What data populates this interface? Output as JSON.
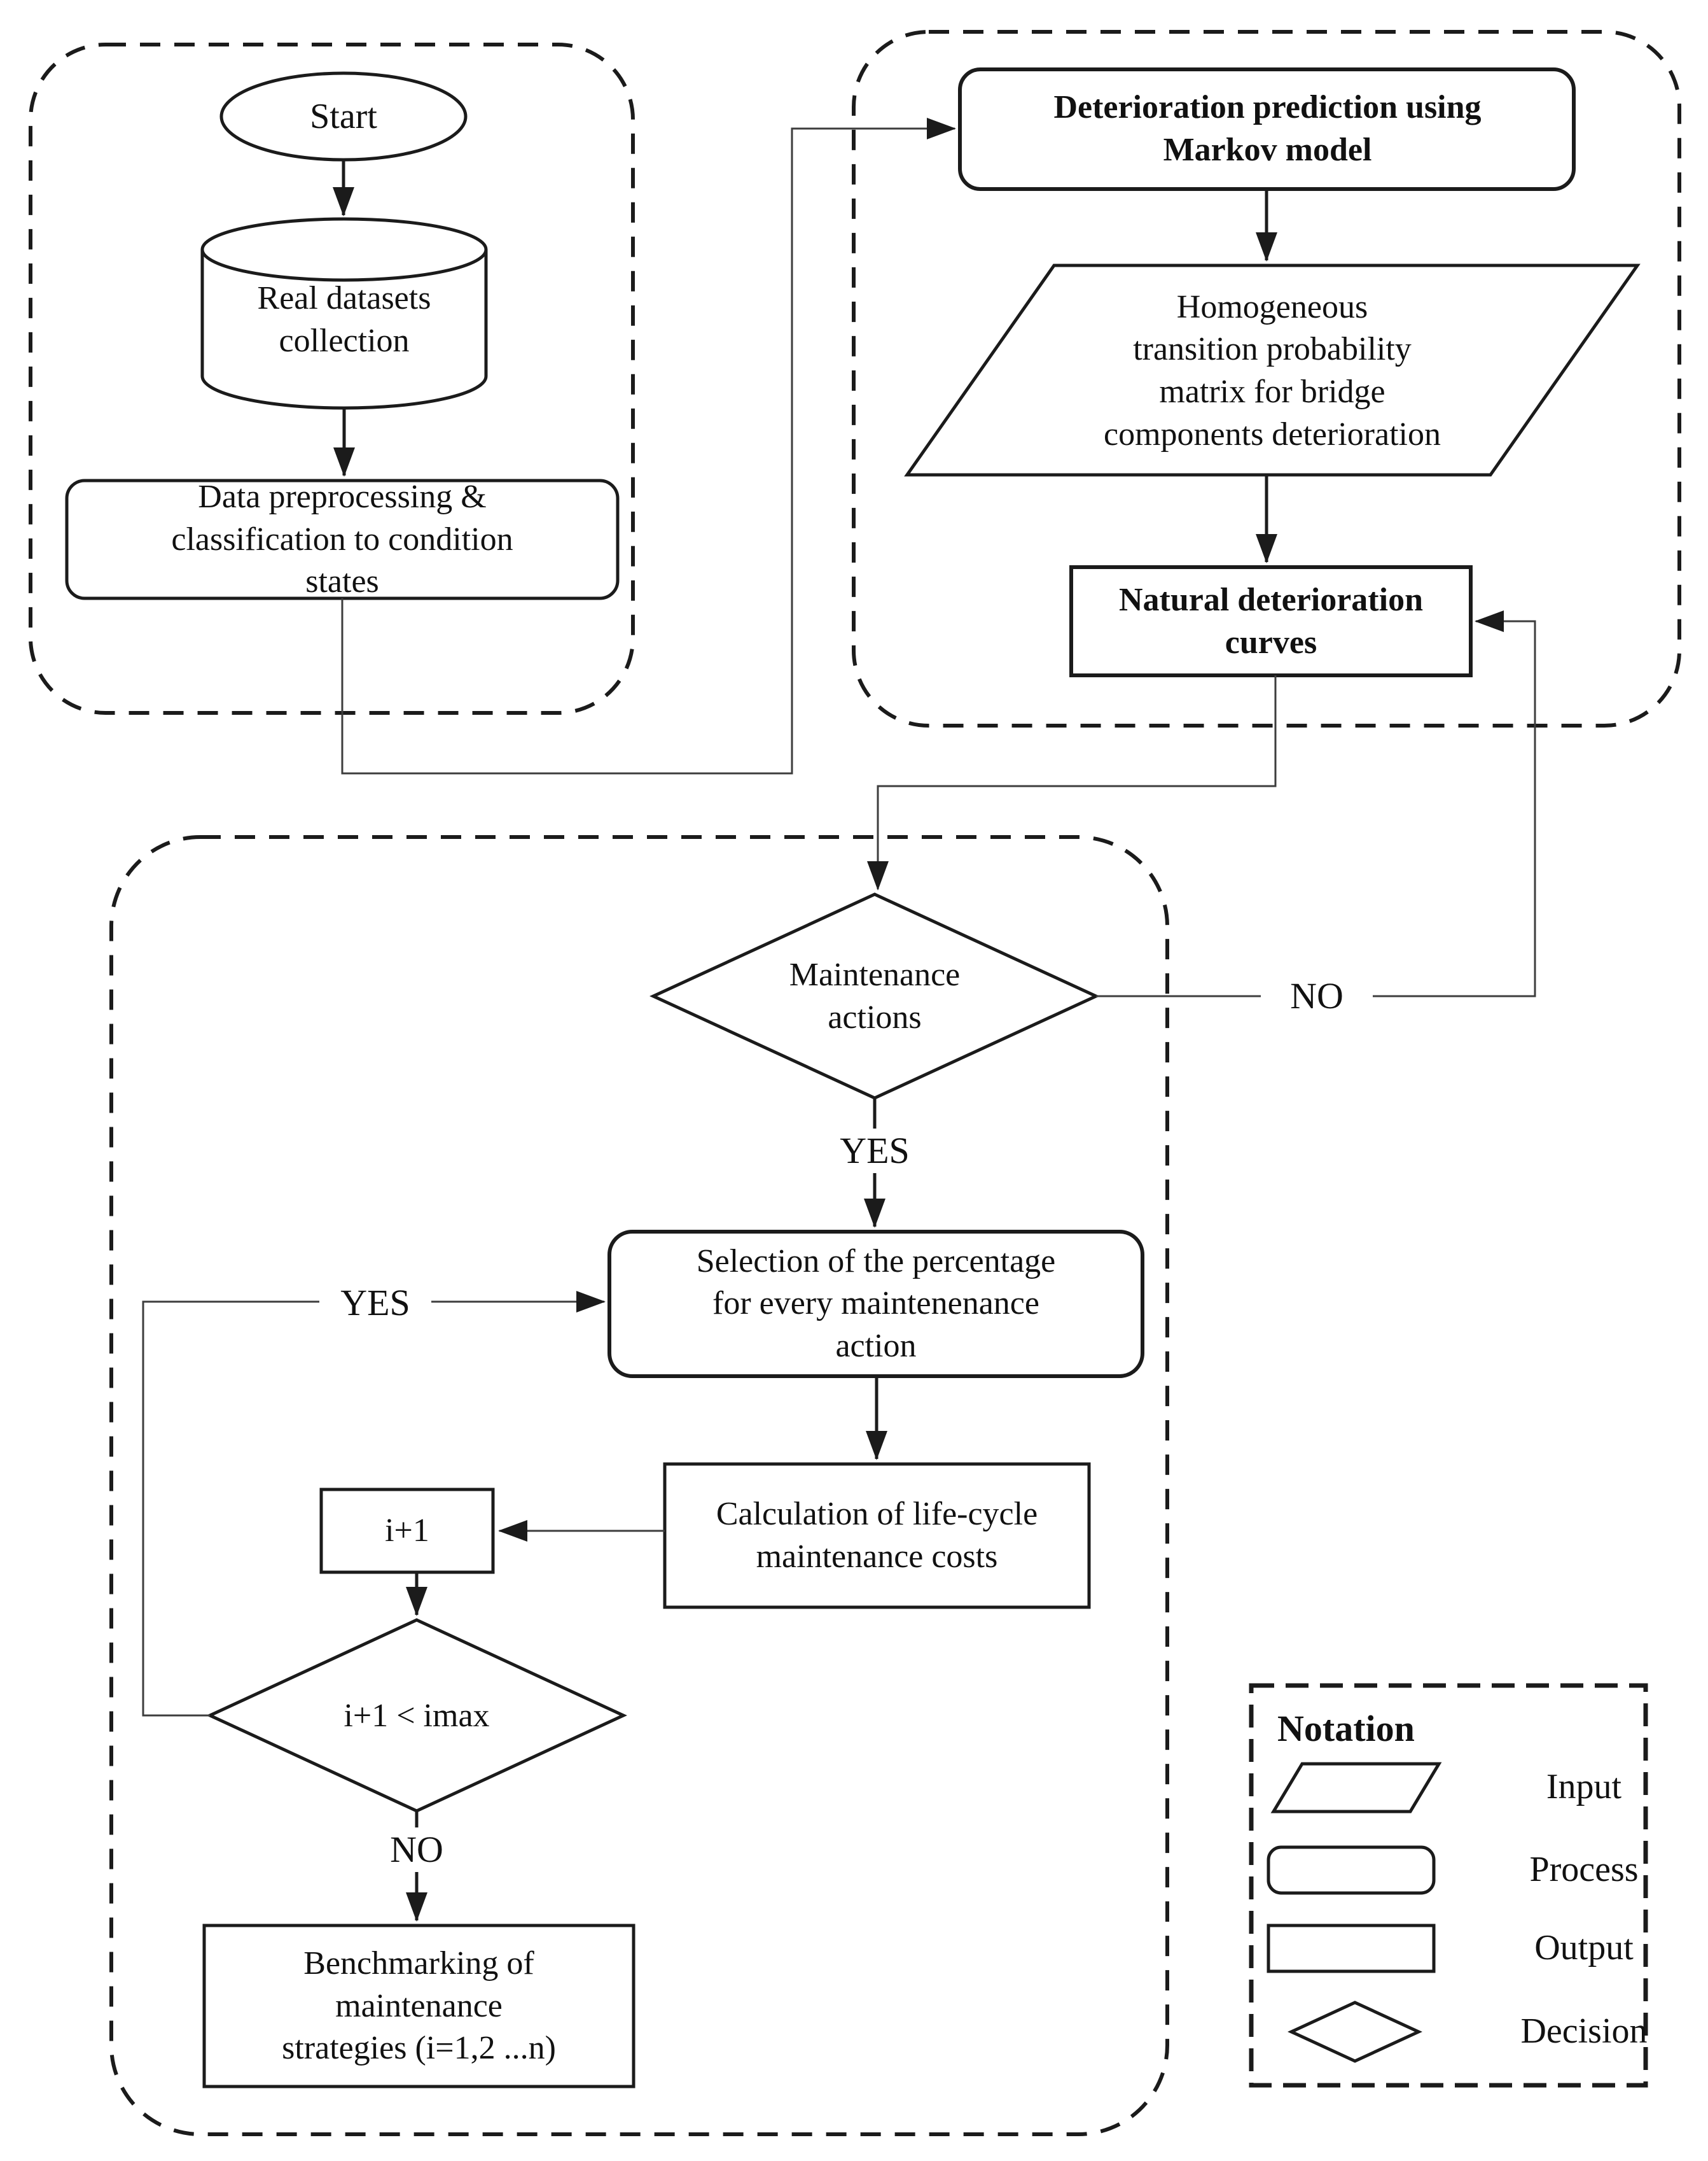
{
  "title": "Bridge maintenance optimization flowchart",
  "nodes": {
    "start": {
      "label": "Start",
      "shape": "ellipse",
      "type": "terminator"
    },
    "datasets": {
      "label": "Real datasets\ncollection",
      "shape": "cylinder",
      "type": "data-store"
    },
    "preprocess": {
      "label": "Data preprocessing &\nclassification to condition\nstates",
      "shape": "rounded-rectangle",
      "type": "process"
    },
    "markov": {
      "label": "Deterioration prediction using\nMarkov model",
      "shape": "rounded-rectangle",
      "type": "process",
      "bold": true
    },
    "tpm": {
      "label": "Homogeneous\ntransition probability\nmatrix for bridge\ncomponents deterioration",
      "shape": "parallelogram",
      "type": "input"
    },
    "curves": {
      "label": "Natural deterioration\ncurves",
      "shape": "rectangle",
      "type": "output",
      "bold": true
    },
    "maintenance_decision": {
      "label": "Maintenance\nactions",
      "shape": "diamond",
      "type": "decision"
    },
    "selection": {
      "label": "Selection of the percentage\nfor every maintenenance\naction",
      "shape": "rounded-rectangle",
      "type": "process"
    },
    "calc": {
      "label": "Calculation of life-cycle\nmaintenance costs",
      "shape": "rectangle",
      "type": "output"
    },
    "increment": {
      "label": "i+1",
      "shape": "rectangle",
      "type": "process"
    },
    "loop_decision": {
      "label": "i+1 < imax",
      "shape": "diamond",
      "type": "decision"
    },
    "benchmark": {
      "label": "Benchmarking of\nmaintenance\nstrategies (i=1,2 ...n)",
      "shape": "rectangle",
      "type": "output"
    }
  },
  "edges": {
    "maintenance_yes": "YES",
    "maintenance_no": "NO",
    "loop_yes": "YES",
    "loop_no": "NO"
  },
  "legend": {
    "title": "Notation",
    "items": [
      {
        "shape": "parallelogram",
        "label": "Input"
      },
      {
        "shape": "rounded-rectangle",
        "label": "Process"
      },
      {
        "shape": "rectangle",
        "label": "Output"
      },
      {
        "shape": "diamond",
        "label": "Decision"
      }
    ]
  },
  "colors": {
    "line": "#1b1b1b",
    "connector": "#3d3d3d",
    "text": "#111111",
    "background": "#ffffff"
  }
}
